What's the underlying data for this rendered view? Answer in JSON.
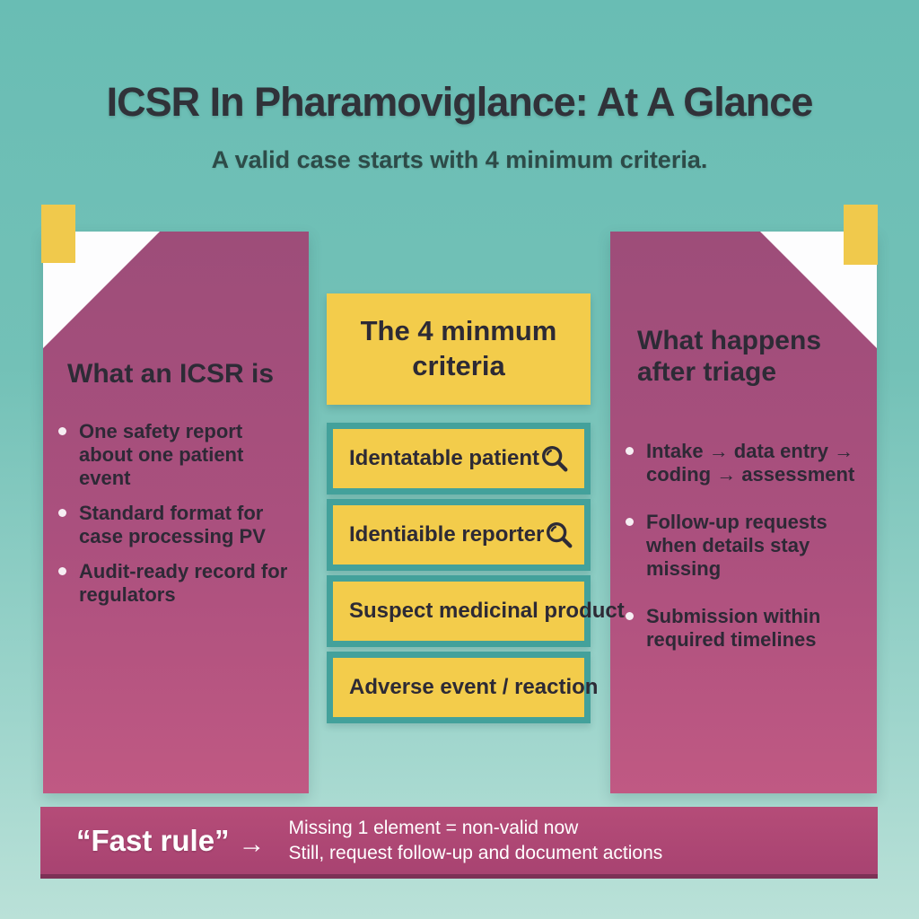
{
  "page": {
    "title": "ICSR In Pharamoviglance: At A Glance",
    "subtitle": "A valid case starts with 4 minimum criteria."
  },
  "left_panel": {
    "heading": "What an ICSR is",
    "bullets": [
      "One safety report about one patient event",
      "Standard format for case processing PV",
      "Audit-ready record for regulators"
    ]
  },
  "criteria": {
    "heading": "The 4 minmum criteria",
    "items": [
      {
        "label": "Identatable patient",
        "icon": "magnifier-icon"
      },
      {
        "label": "Identiaible reporter",
        "icon": "magnifier-icon"
      },
      {
        "label": "Suspect medicinal product",
        "icon": ""
      },
      {
        "label": "Adverse event / reaction",
        "icon": ""
      }
    ]
  },
  "right_panel": {
    "heading": "What happens after triage",
    "bullets": [
      "Intake → data entry → coding → assessment",
      "Follow-up requests when details stay missing",
      "Submission within required timelines"
    ]
  },
  "fast_rule": {
    "label": "“Fast rule”",
    "arrow": "→",
    "line1": "Missing 1 element = non-valid now",
    "line2": "Still, request follow-up and document actions"
  },
  "colors": {
    "background_top": "#69bdb4",
    "background_bottom": "#bae1d8",
    "panel_top": "#9d4d79",
    "panel_bottom": "#c05983",
    "yellow": "#f3cc4b",
    "teal_frame": "#43a19b",
    "dark_text": "#2d2a35",
    "bar": "#ad4673",
    "fold_white": "#fdfdfe"
  }
}
